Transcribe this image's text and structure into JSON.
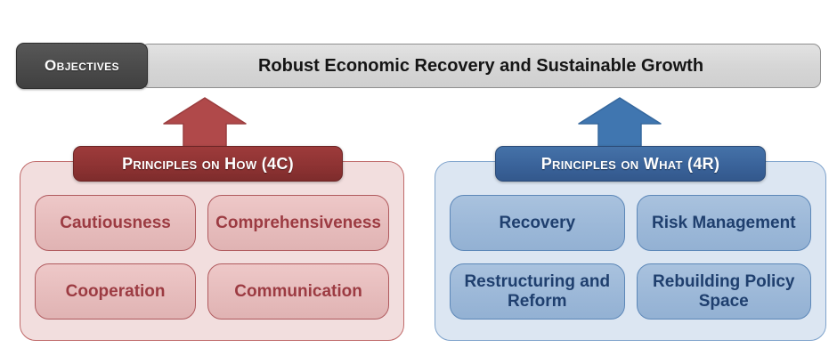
{
  "objectives": {
    "tag_label": "Objectives",
    "statement": "Robust Economic Recovery and Sustainable Growth"
  },
  "arrows": {
    "left": {
      "icon": "arrow-up-icon",
      "color": "#b0494a"
    },
    "right": {
      "icon": "arrow-up-icon",
      "color": "#4076b0"
    }
  },
  "pillars": [
    {
      "id": "4c",
      "tab_label": "Principles on How (4C)",
      "accent": "#8e3333",
      "panel_bg": "#f2dede",
      "cells": [
        {
          "label": "Cautiousness"
        },
        {
          "label": "Comprehensiveness"
        },
        {
          "label": "Cooperation"
        },
        {
          "label": "Communication"
        }
      ]
    },
    {
      "id": "4r",
      "tab_label": "Principles on What (4R)",
      "accent": "#3a639a",
      "panel_bg": "#dce6f2",
      "cells": [
        {
          "label": "Recovery"
        },
        {
          "label": "Risk Management"
        },
        {
          "label": "Restructuring and Reform"
        },
        {
          "label": "Rebuilding Policy Space"
        }
      ]
    }
  ]
}
